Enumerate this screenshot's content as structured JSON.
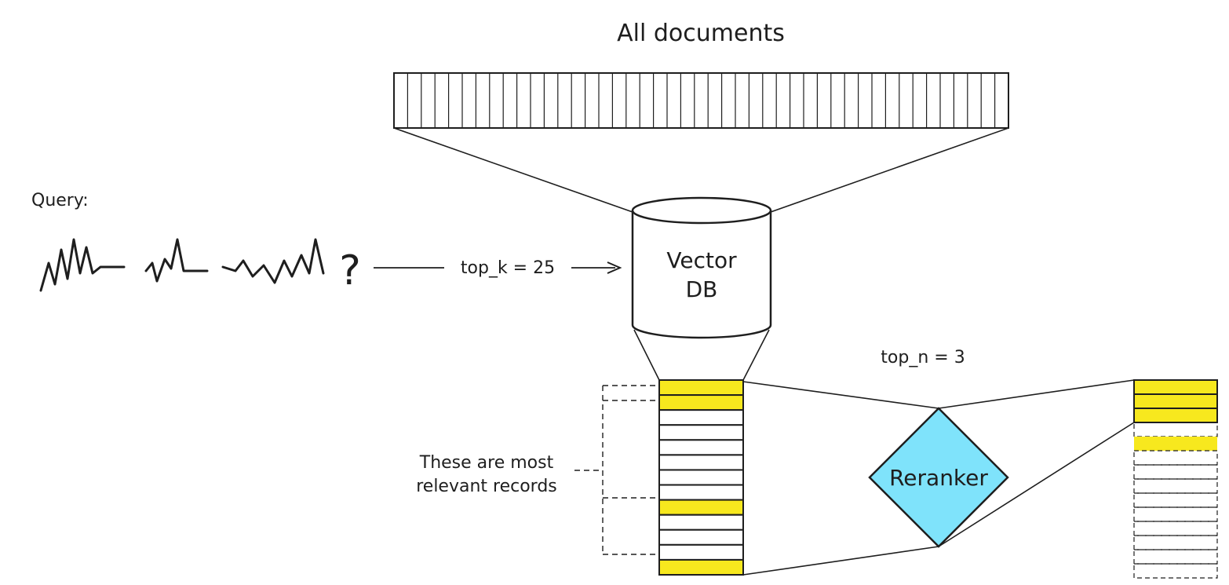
{
  "diagram": {
    "title": "All documents",
    "query_label": "Query:",
    "query_mark": "?",
    "top_k_label": "top_k = 25",
    "vector_db": {
      "line1": "Vector",
      "line2": "DB"
    },
    "top_n_label": "top_n = 3",
    "reranker_label": "Reranker",
    "relevant_label": {
      "line1": "These are most",
      "line2": "relevant records"
    }
  },
  "colors": {
    "stroke": "#1e1e1e",
    "highlight": "#f7e81e",
    "reranker_fill": "#7fe3fb",
    "background": "#ffffff"
  },
  "retrieved_records": {
    "total": 13,
    "highlighted_indices": [
      0,
      1,
      8,
      12
    ]
  },
  "reranked_records": {
    "solid_rows": 3,
    "dashed_rows": 11,
    "highlighted_dashed_index": 1
  },
  "document_strip": {
    "slice_count": 45
  }
}
